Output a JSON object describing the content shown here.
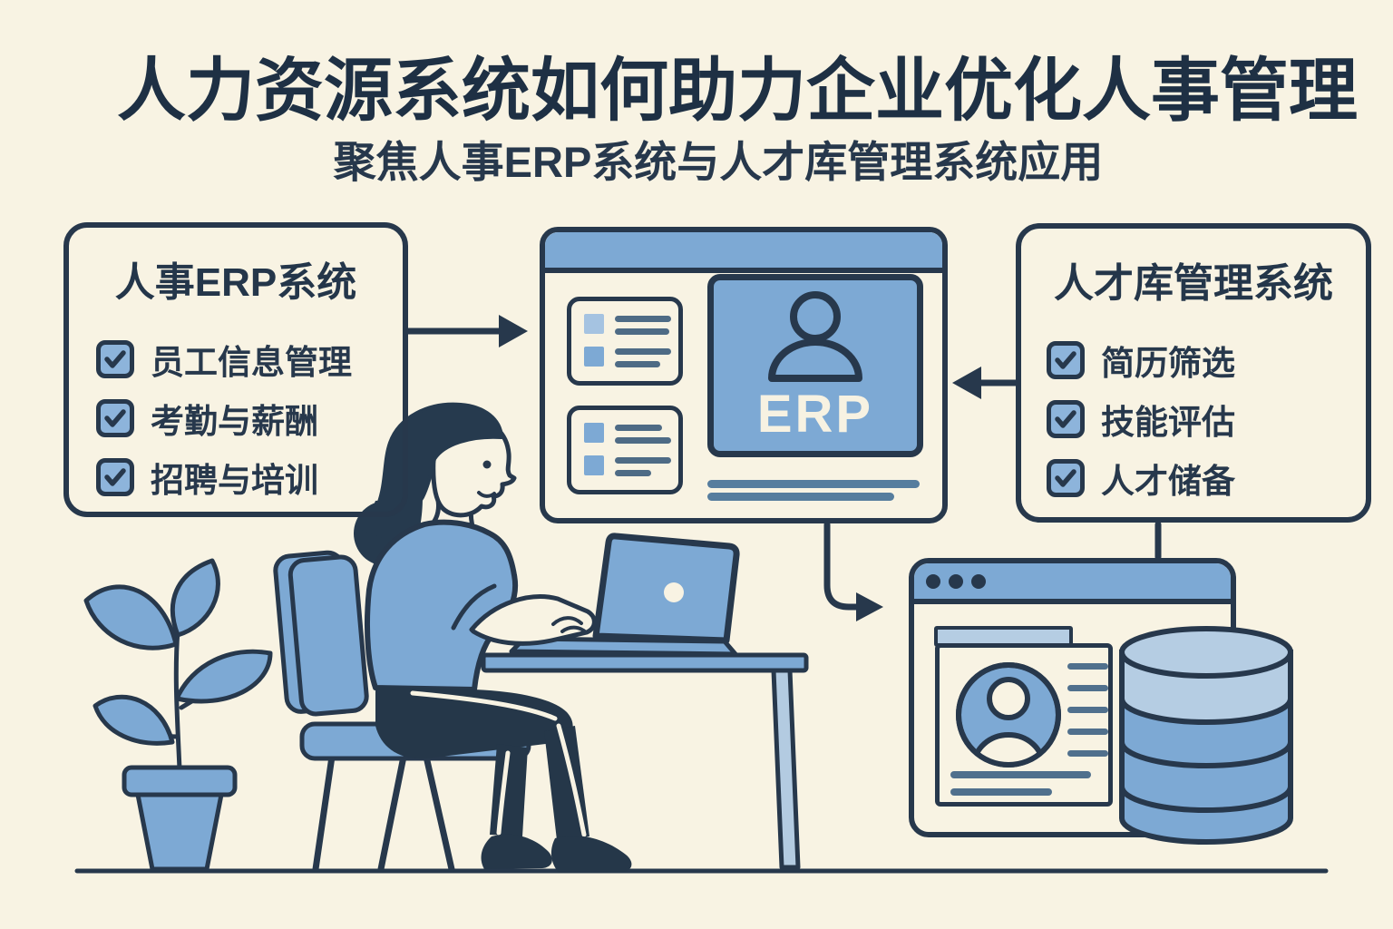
{
  "poster": {
    "title": "人力资源系统如何助力企业优化人事管理",
    "subtitle": "聚焦人事ERP系统与人才库管理系统应用"
  },
  "left_panel": {
    "title": "人事ERP系统",
    "items": [
      {
        "label": "员工信息管理",
        "checked": true
      },
      {
        "label": "考勤与薪酬",
        "checked": true
      },
      {
        "label": "招聘与培训",
        "checked": true
      }
    ]
  },
  "right_panel": {
    "title": "人才库管理系统",
    "items": [
      {
        "label": "简历筛选",
        "checked": true
      },
      {
        "label": "技能评估",
        "checked": true
      },
      {
        "label": "人才储备",
        "checked": true
      }
    ]
  },
  "erp_window": {
    "badge": "ERP"
  },
  "icons": {
    "checkbox": "checked-checkbox-icon",
    "erp_user": "user-icon",
    "talent_avatar": "user-avatar-icon",
    "database": "database-icon",
    "window_dots": "window-dots-icon",
    "arrows": "flow-arrow-icon"
  },
  "colors": {
    "background": "#f8f3e3",
    "ink": "#27384c",
    "accent_blue": "#7da9d4",
    "light_blue": "#b5cde3",
    "checkbox_blue": "#8db4db",
    "text_line_slate": "#4e6b85",
    "erp_text": "#f7f2e2"
  }
}
